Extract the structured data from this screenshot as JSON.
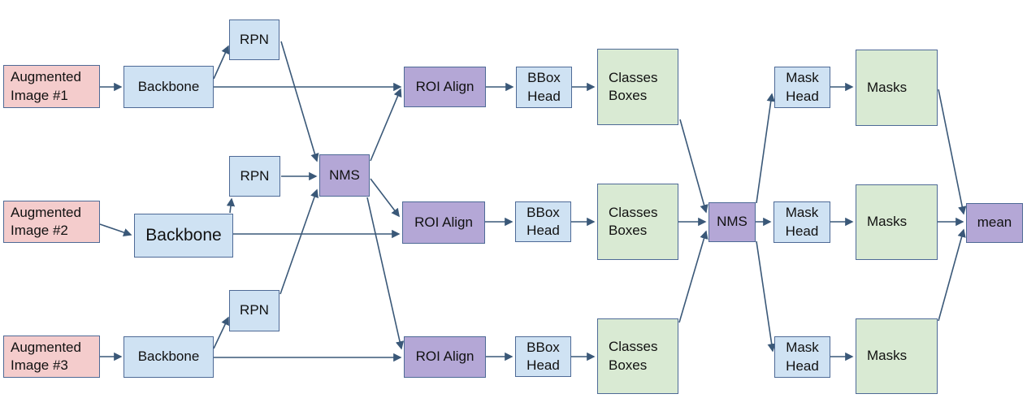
{
  "colors": {
    "input_fill": "#f4cccc",
    "stage_fill": "#cfe2f3",
    "nms_fill": "#b4a7d6",
    "result_fill": "#d9ead3",
    "box_border": "#4e6a96",
    "connector": "#3a5878",
    "text": "#111111",
    "background": "#ffffff"
  },
  "nodes": {
    "aug1": {
      "label": "Augmented Image #1"
    },
    "aug2": {
      "label": "Augmented Image #2"
    },
    "aug3": {
      "label": "Augmented Image #3"
    },
    "backbone1": {
      "label": "Backbone"
    },
    "backbone2": {
      "label": "Backbone"
    },
    "backbone3": {
      "label": "Backbone"
    },
    "rpn1": {
      "label": "RPN"
    },
    "rpn2": {
      "label": "RPN"
    },
    "rpn3": {
      "label": "RPN"
    },
    "nms1": {
      "label": "NMS"
    },
    "roi1": {
      "label": "ROI Align"
    },
    "roi2": {
      "label": "ROI Align"
    },
    "roi3": {
      "label": "ROI Align"
    },
    "bbox1": {
      "label": "BBox Head"
    },
    "bbox2": {
      "label": "BBox Head"
    },
    "bbox3": {
      "label": "BBox Head"
    },
    "classes1": {
      "label": "Classes Boxes"
    },
    "classes2": {
      "label": "Classes Boxes"
    },
    "classes3": {
      "label": "Classes Boxes"
    },
    "nms2": {
      "label": "NMS"
    },
    "maskhead1": {
      "label": "Mask Head"
    },
    "maskhead2": {
      "label": "Mask Head"
    },
    "maskhead3": {
      "label": "Mask Head"
    },
    "masks1": {
      "label": "Masks"
    },
    "masks2": {
      "label": "Masks"
    },
    "masks3": {
      "label": "Masks"
    },
    "mean": {
      "label": "mean"
    }
  },
  "edges": [
    {
      "from": "aug1",
      "to": "backbone1"
    },
    {
      "from": "aug2",
      "to": "backbone2"
    },
    {
      "from": "aug3",
      "to": "backbone3"
    },
    {
      "from": "backbone1",
      "to": "rpn1"
    },
    {
      "from": "backbone2",
      "to": "rpn2"
    },
    {
      "from": "backbone3",
      "to": "rpn3"
    },
    {
      "from": "backbone1",
      "to": "roi1"
    },
    {
      "from": "backbone2",
      "to": "roi2"
    },
    {
      "from": "backbone3",
      "to": "roi3"
    },
    {
      "from": "rpn1",
      "to": "nms1"
    },
    {
      "from": "rpn2",
      "to": "nms1"
    },
    {
      "from": "rpn3",
      "to": "nms1"
    },
    {
      "from": "nms1",
      "to": "roi1"
    },
    {
      "from": "nms1",
      "to": "roi2"
    },
    {
      "from": "nms1",
      "to": "roi3"
    },
    {
      "from": "roi1",
      "to": "bbox1"
    },
    {
      "from": "roi2",
      "to": "bbox2"
    },
    {
      "from": "roi3",
      "to": "bbox3"
    },
    {
      "from": "bbox1",
      "to": "classes1"
    },
    {
      "from": "bbox2",
      "to": "classes2"
    },
    {
      "from": "bbox3",
      "to": "classes3"
    },
    {
      "from": "classes1",
      "to": "nms2"
    },
    {
      "from": "classes2",
      "to": "nms2"
    },
    {
      "from": "classes3",
      "to": "nms2"
    },
    {
      "from": "nms2",
      "to": "maskhead1"
    },
    {
      "from": "nms2",
      "to": "maskhead2"
    },
    {
      "from": "nms2",
      "to": "maskhead3"
    },
    {
      "from": "maskhead1",
      "to": "masks1"
    },
    {
      "from": "maskhead2",
      "to": "masks2"
    },
    {
      "from": "maskhead3",
      "to": "masks3"
    },
    {
      "from": "masks1",
      "to": "mean"
    },
    {
      "from": "masks2",
      "to": "mean"
    },
    {
      "from": "masks3",
      "to": "mean"
    }
  ]
}
